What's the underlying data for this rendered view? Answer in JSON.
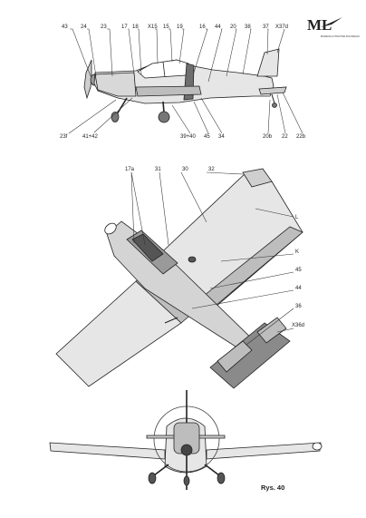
{
  "logo": {
    "mark": "ML",
    "subtitle": "MUZEUM LOTNICTWA POLSKIEGO",
    "color": "#222222"
  },
  "colors": {
    "fill_light": "#e6e6e6",
    "fill_mid": "#bdbdbd",
    "fill_dark": "#8a8a8a",
    "outline": "#222222"
  },
  "side_view": {
    "callouts_top": [
      "43",
      "24",
      "23",
      "17",
      "18",
      "X15",
      "15",
      "19",
      "16",
      "44",
      "20",
      "38",
      "37",
      "X37d"
    ],
    "callouts_bottom": [
      "23f",
      "41+42",
      "39+40",
      "45",
      "34",
      "20b",
      "22",
      "22b"
    ]
  },
  "plan_view": {
    "callouts": [
      "17a",
      "31",
      "30",
      "32",
      "L",
      "K",
      "45",
      "44",
      "36",
      "X36d"
    ]
  },
  "front_view": {},
  "caption": "Rys. 40"
}
